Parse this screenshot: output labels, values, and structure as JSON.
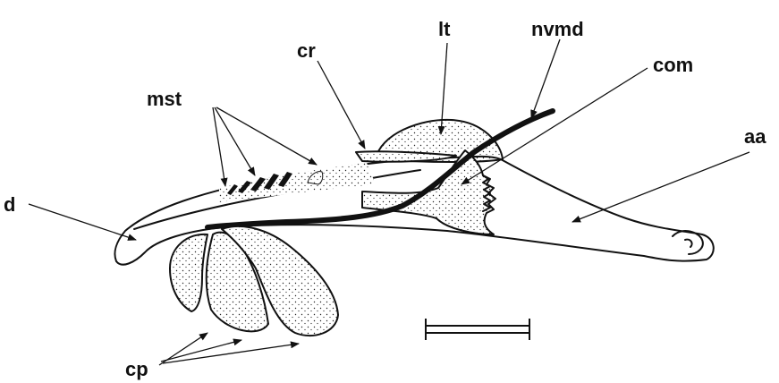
{
  "labels": {
    "d": "d",
    "mst": "mst",
    "cr": "cr",
    "lt": "lt",
    "nvmd": "nvmd",
    "com": "com",
    "aa": "aa",
    "cp": "cp"
  },
  "colors": {
    "ink": "#111111",
    "paper": "#ffffff"
  }
}
